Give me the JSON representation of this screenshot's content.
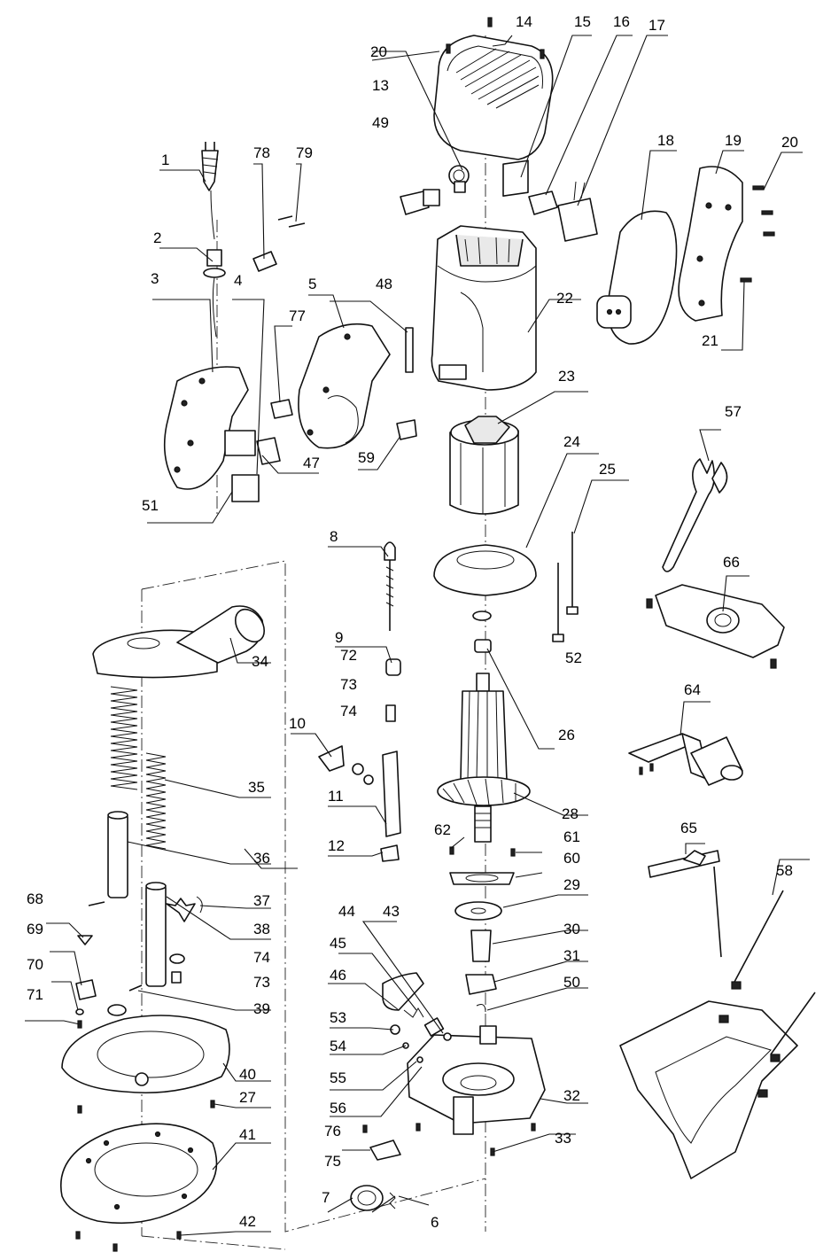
{
  "diagram": {
    "callouts": [
      {
        "id": "c1",
        "text": "1"
      },
      {
        "id": "c2",
        "text": "2"
      },
      {
        "id": "c3",
        "text": "3"
      },
      {
        "id": "c4",
        "text": "4"
      },
      {
        "id": "c5",
        "text": "5"
      },
      {
        "id": "c6",
        "text": "6"
      },
      {
        "id": "c7",
        "text": "7"
      },
      {
        "id": "c8",
        "text": "8"
      },
      {
        "id": "c9",
        "text": "9"
      },
      {
        "id": "c10",
        "text": "10"
      },
      {
        "id": "c11",
        "text": "11"
      },
      {
        "id": "c12",
        "text": "12"
      },
      {
        "id": "c13",
        "text": "13"
      },
      {
        "id": "c14",
        "text": "14"
      },
      {
        "id": "c15",
        "text": "15"
      },
      {
        "id": "c16",
        "text": "16"
      },
      {
        "id": "c17",
        "text": "17"
      },
      {
        "id": "c18",
        "text": "18"
      },
      {
        "id": "c19",
        "text": "19"
      },
      {
        "id": "c20a",
        "text": "20"
      },
      {
        "id": "c20b",
        "text": "20"
      },
      {
        "id": "c21",
        "text": "21"
      },
      {
        "id": "c22",
        "text": "22"
      },
      {
        "id": "c23",
        "text": "23"
      },
      {
        "id": "c24",
        "text": "24"
      },
      {
        "id": "c25",
        "text": "25"
      },
      {
        "id": "c26",
        "text": "26"
      },
      {
        "id": "c27",
        "text": "27"
      },
      {
        "id": "c28",
        "text": "28"
      },
      {
        "id": "c29",
        "text": "29"
      },
      {
        "id": "c30",
        "text": "30"
      },
      {
        "id": "c31",
        "text": "31"
      },
      {
        "id": "c32",
        "text": "32"
      },
      {
        "id": "c33",
        "text": "33"
      },
      {
        "id": "c34",
        "text": "34"
      },
      {
        "id": "c35",
        "text": "35"
      },
      {
        "id": "c36",
        "text": "36"
      },
      {
        "id": "c37",
        "text": "37"
      },
      {
        "id": "c38",
        "text": "38"
      },
      {
        "id": "c39",
        "text": "39"
      },
      {
        "id": "c40",
        "text": "40"
      },
      {
        "id": "c41",
        "text": "41"
      },
      {
        "id": "c42",
        "text": "42"
      },
      {
        "id": "c43",
        "text": "43"
      },
      {
        "id": "c44",
        "text": "44"
      },
      {
        "id": "c45",
        "text": "45"
      },
      {
        "id": "c46",
        "text": "46"
      },
      {
        "id": "c47",
        "text": "47"
      },
      {
        "id": "c48",
        "text": "48"
      },
      {
        "id": "c49",
        "text": "49"
      },
      {
        "id": "c50",
        "text": "50"
      },
      {
        "id": "c51",
        "text": "51"
      },
      {
        "id": "c52",
        "text": "52"
      },
      {
        "id": "c53",
        "text": "53"
      },
      {
        "id": "c54",
        "text": "54"
      },
      {
        "id": "c55",
        "text": "55"
      },
      {
        "id": "c56",
        "text": "56"
      },
      {
        "id": "c57",
        "text": "57"
      },
      {
        "id": "c58",
        "text": "58"
      },
      {
        "id": "c59",
        "text": "59"
      },
      {
        "id": "c60",
        "text": "60"
      },
      {
        "id": "c61",
        "text": "61"
      },
      {
        "id": "c62",
        "text": "62"
      },
      {
        "id": "c64",
        "text": "64"
      },
      {
        "id": "c65",
        "text": "65"
      },
      {
        "id": "c66",
        "text": "66"
      },
      {
        "id": "c68",
        "text": "68"
      },
      {
        "id": "c69",
        "text": "69"
      },
      {
        "id": "c70",
        "text": "70"
      },
      {
        "id": "c71",
        "text": "71"
      },
      {
        "id": "c72",
        "text": "72"
      },
      {
        "id": "c73a",
        "text": "73"
      },
      {
        "id": "c73b",
        "text": "73"
      },
      {
        "id": "c74a",
        "text": "74"
      },
      {
        "id": "c74b",
        "text": "74"
      },
      {
        "id": "c75",
        "text": "75"
      },
      {
        "id": "c76",
        "text": "76"
      },
      {
        "id": "c77",
        "text": "77"
      },
      {
        "id": "c78",
        "text": "78"
      },
      {
        "id": "c79",
        "text": "79"
      }
    ]
  }
}
